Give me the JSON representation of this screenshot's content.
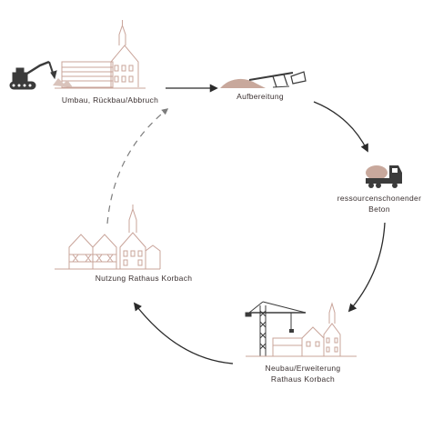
{
  "colors": {
    "building": "#c9a49a",
    "building_line": "#b58f86",
    "earth": "#c8a89c",
    "machine": "#3b3b3b",
    "arrow": "#2b2b2b",
    "arrow_dashed": "#7d7d7d",
    "text": "#3a3030"
  },
  "stages": {
    "demolition": {
      "label": "Umbau, Rückbau/Abbruch"
    },
    "processing": {
      "label": "Aufbereitung"
    },
    "concrete": {
      "label_line1": "ressourcenschonender",
      "label_line2": "Beton"
    },
    "construction": {
      "label_line1": "Neubau/Erweiterung",
      "label_line2": "Rathaus Korbach"
    },
    "usage": {
      "label": "Nutzung Rathaus Korbach"
    }
  },
  "icons": {
    "demolition": "excavator-demolition-icon",
    "processing": "conveyor-pile-icon",
    "concrete": "concrete-mixer-truck-icon",
    "construction": "crane-construction-icon",
    "usage": "town-hall-icon"
  }
}
